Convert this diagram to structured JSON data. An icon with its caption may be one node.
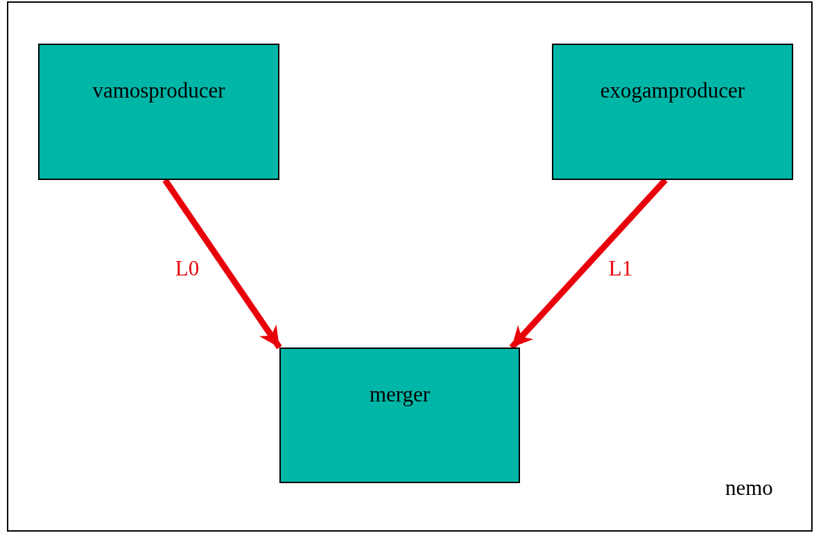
{
  "diagram": {
    "nodes": [
      {
        "text": [
          "nemo"
        ]
      },
      {
        "text": [
          "vamosproducer"
        ],
        "in": 0
      },
      {
        "text": [
          "exogamproducer"
        ],
        "in": 0
      },
      {
        "text": [
          "merger"
        ],
        "in": 0
      }
    ],
    "edges": [
      {
        "from": 1,
        "to": 3,
        "arrow": "to",
        "label": "L0"
      },
      {
        "from": 2,
        "to": 3,
        "arrow": "to",
        "label": "L1"
      }
    ]
  }
}
